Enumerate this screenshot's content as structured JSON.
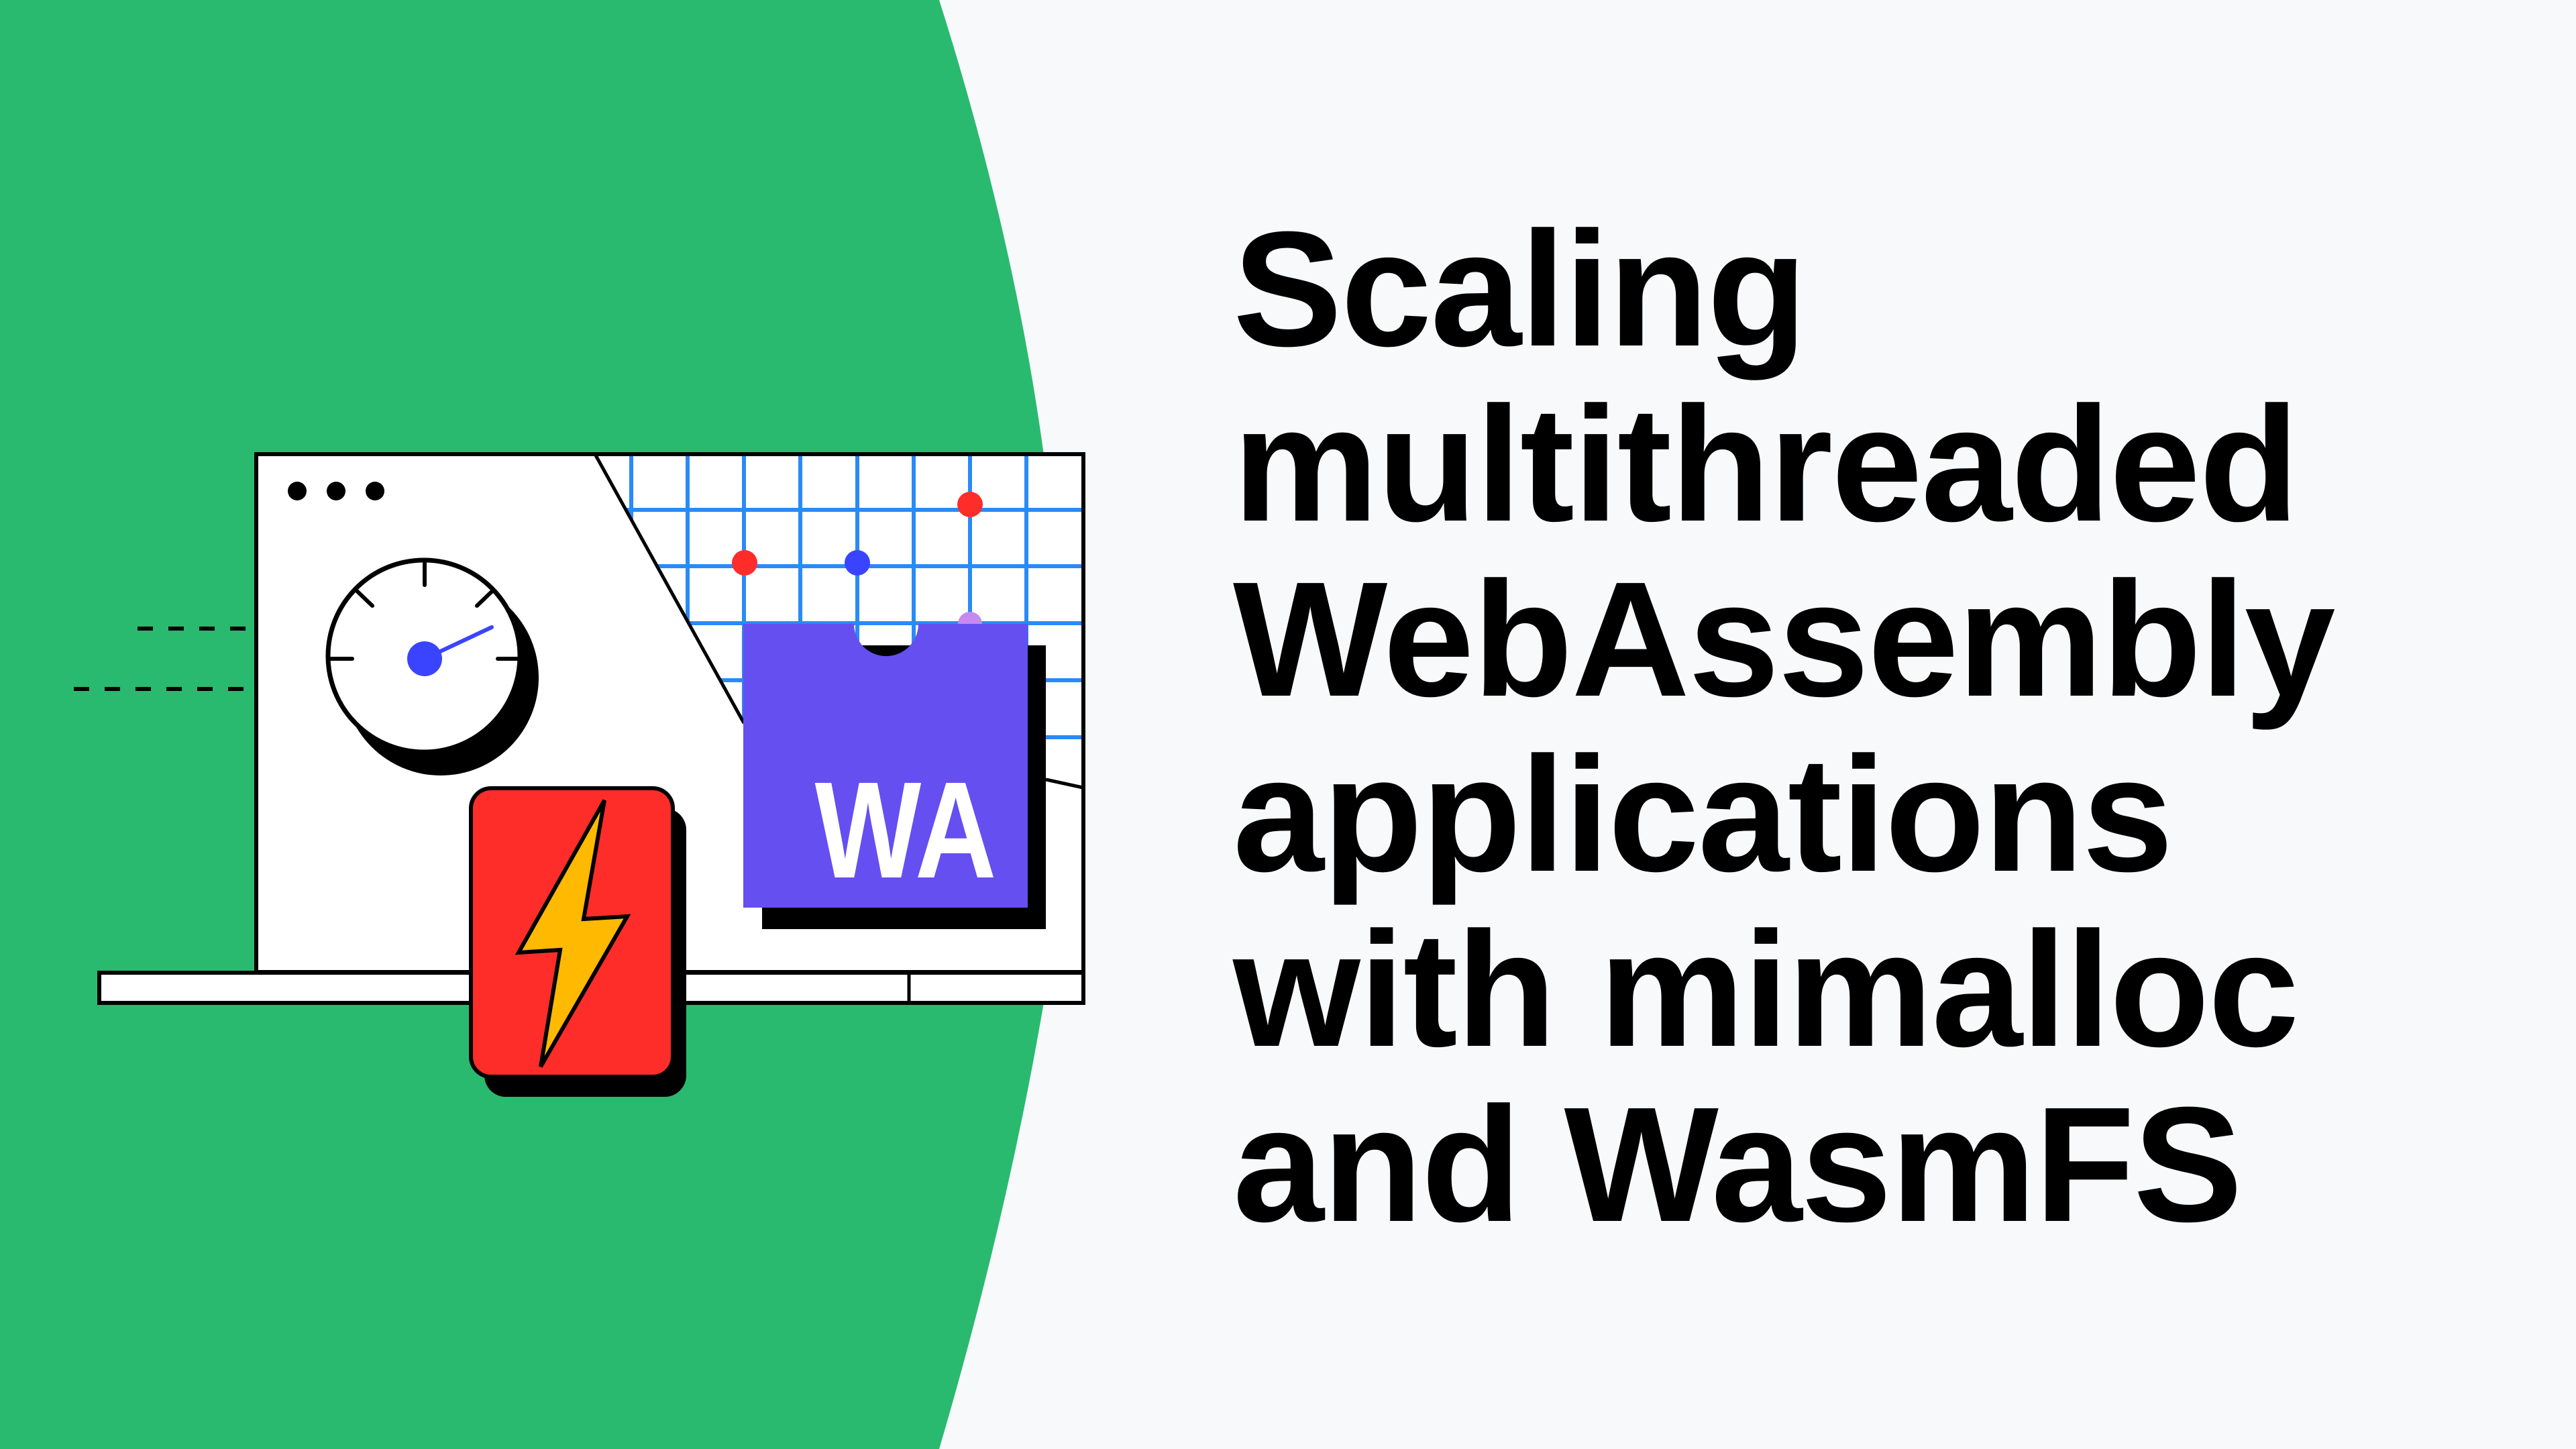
{
  "title": {
    "lines": [
      "Scaling",
      "multithreaded",
      "WebAssembly",
      "applications",
      "with mimalloc",
      "and WasmFS"
    ]
  },
  "illustration": {
    "window_dots": [
      "dot",
      "dot",
      "dot"
    ],
    "badge_text": "WA",
    "icons": [
      "gauge-icon",
      "lightning-bolt-icon",
      "webassembly-logo",
      "grid-chart"
    ]
  },
  "colors": {
    "background": "#F8F9FB",
    "green": "#29BA6F",
    "grid_blue": "#2A8AF6",
    "needle_blue": "#3A44FF",
    "red": "#FF2D2A",
    "yellow": "#FFB900",
    "wasm_purple": "#654FF0",
    "light_purple": "#C58AF0"
  }
}
